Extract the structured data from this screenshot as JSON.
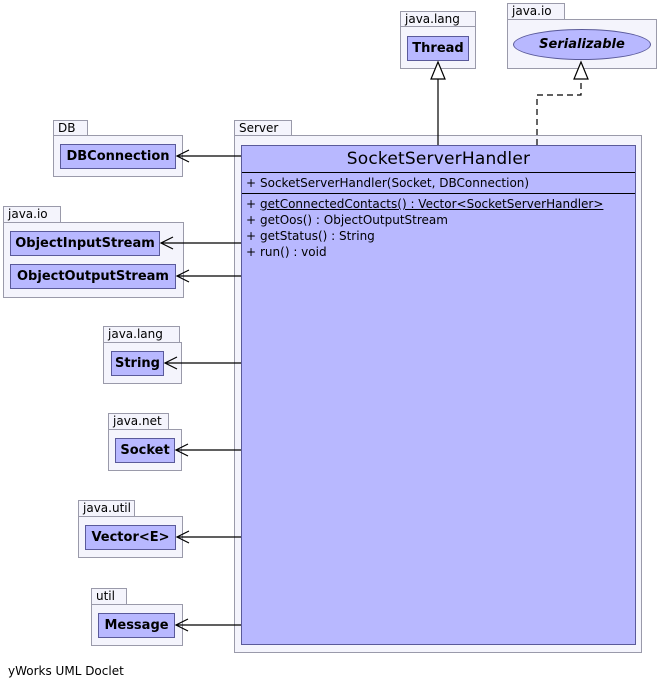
{
  "packages": {
    "java_lang_thread": "java.lang",
    "java_io_serializable": "java.io",
    "db": "DB",
    "server": "Server",
    "java_io_streams": "java.io",
    "java_lang_string": "java.lang",
    "java_net": "java.net",
    "java_util": "java.util",
    "util": "util"
  },
  "classes": {
    "thread": "Thread",
    "serializable": "Serializable",
    "dbconnection": "DBConnection",
    "object_input_stream": "ObjectInputStream",
    "object_output_stream": "ObjectOutputStream",
    "string": "String",
    "socket": "Socket",
    "vector": "Vector<E>",
    "message": "Message"
  },
  "main_class": {
    "name": "SocketServerHandler",
    "constructors": [
      {
        "visibility": "+",
        "signature": "SocketServerHandler(Socket, DBConnection)"
      }
    ],
    "methods": [
      {
        "visibility": "+",
        "signature": "getConnectedContacts() : Vector<SocketServerHandler>"
      },
      {
        "visibility": "+",
        "signature": "getOos() : ObjectOutputStream"
      },
      {
        "visibility": "+",
        "signature": "getStatus() : String"
      },
      {
        "visibility": "+",
        "signature": "run() : void"
      }
    ]
  },
  "footer": "yWorks UML Doclet"
}
